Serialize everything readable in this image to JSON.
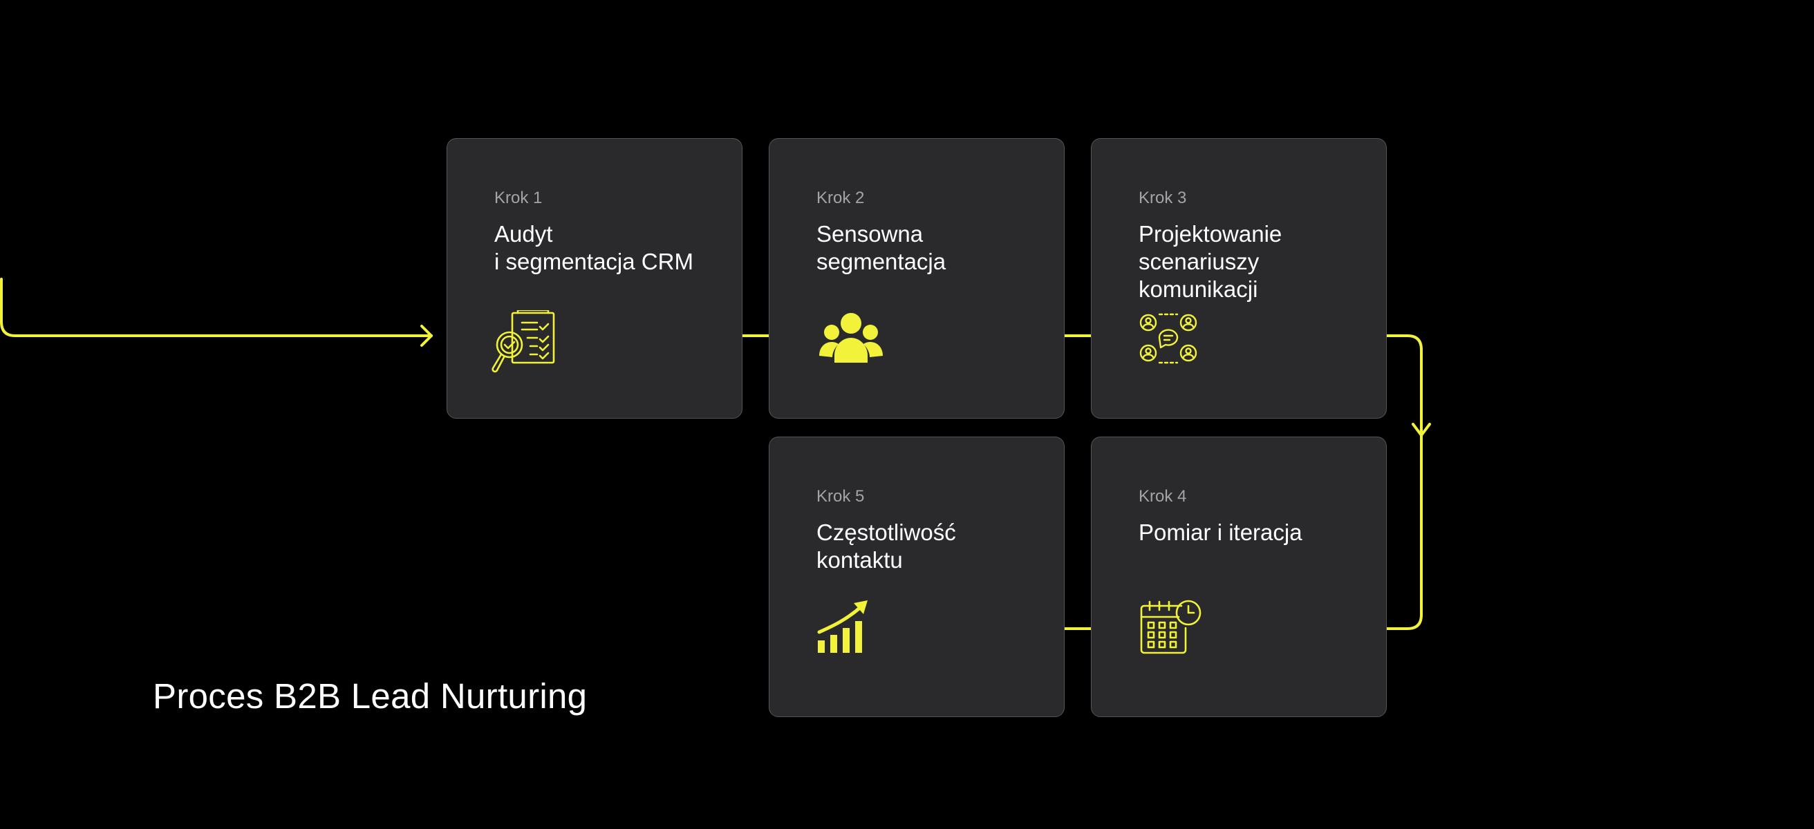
{
  "title": "Proces B2B Lead Nurturing",
  "colors": {
    "background": "#000000",
    "card": "#2a2a2d",
    "accent": "#f2f23a",
    "text": "#ffffff",
    "muted": "#a4a4a8"
  },
  "steps": [
    {
      "label": "Krok 1",
      "title": "Audyt\ni segmentacja CRM",
      "icon": "document-magnifier-checklist-icon"
    },
    {
      "label": "Krok 2",
      "title": "Sensowna\nsegmentacja",
      "icon": "people-group-icon"
    },
    {
      "label": "Krok 3",
      "title": "Projektowanie\nscenariuszy\nkomunikacji",
      "icon": "communication-network-icon"
    },
    {
      "label": "Krok 4",
      "title": " Pomiar i iteracja",
      "icon": "calendar-clock-icon"
    },
    {
      "label": "Krok 5",
      "title": "Częstotliwość\nkontaktu",
      "icon": "growth-chart-icon"
    }
  ]
}
